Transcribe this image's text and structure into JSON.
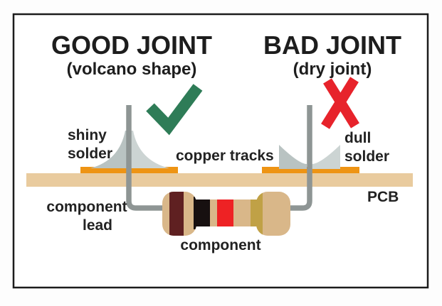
{
  "diagram": {
    "good": {
      "title": "GOOD JOINT",
      "subtitle": "(volcano shape)"
    },
    "bad": {
      "title": "BAD JOINT",
      "subtitle": "(dry joint)"
    },
    "labels": {
      "shiny_line1": "shiny",
      "shiny_line2": "solder",
      "copper_tracks": "copper tracks",
      "dull_line1": "dull",
      "dull_line2": "solder",
      "component_lead_line1": "component",
      "component_lead_line2": "lead",
      "pcb": "PCB",
      "component": "component"
    },
    "colors": {
      "frame_border": "#1c1c1c",
      "canvas": "#ffffff",
      "pcb": "#e9cb9e",
      "copper": "#ee9414",
      "solder_light": "#ccd4d3",
      "solder_dark": "#b9c3c2",
      "lead": "#8e9594",
      "check_green": "#2e7c57",
      "cross_red": "#e7232b",
      "resistor_body": "#d9b789",
      "band_brown": "#5f2021",
      "band_black": "#171010",
      "band_red": "#ee2224",
      "band_gold": "#c0a146"
    }
  }
}
